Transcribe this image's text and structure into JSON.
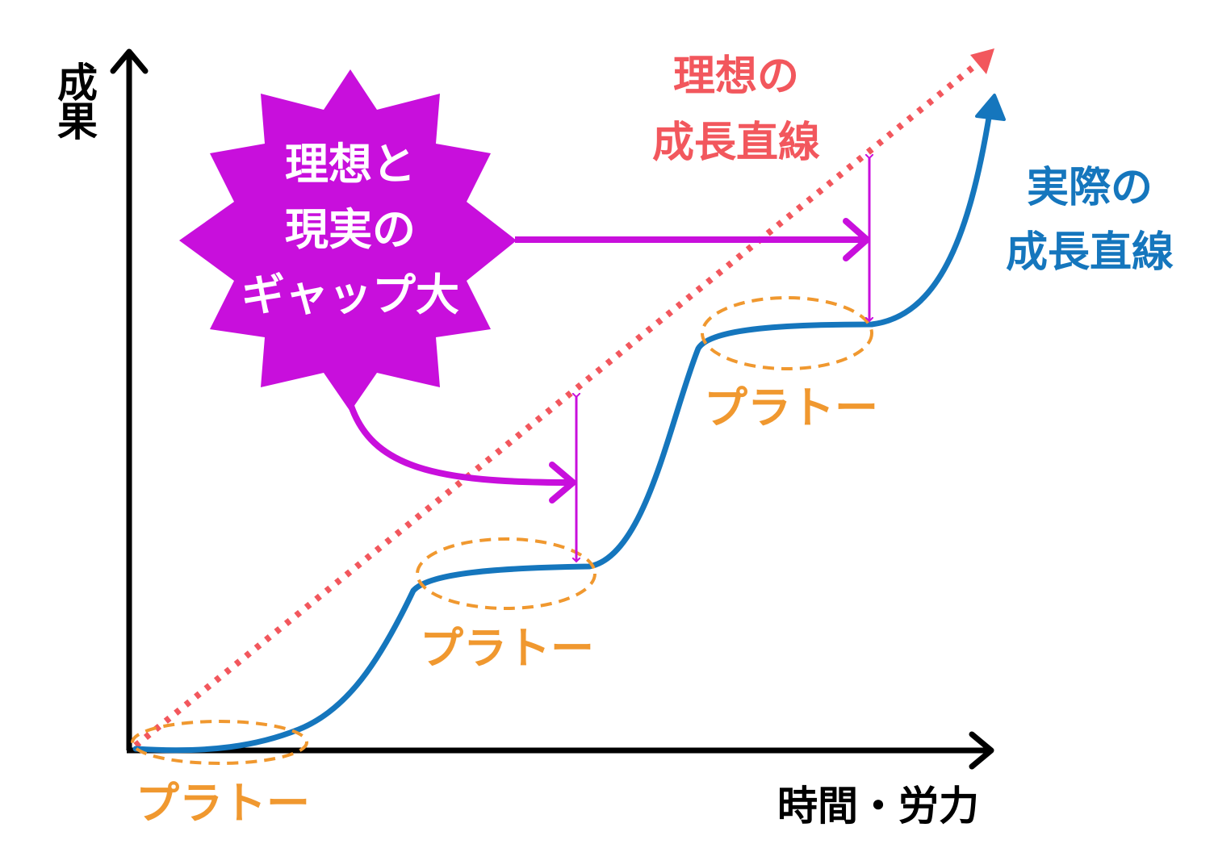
{
  "axes": {
    "y_label_line1": "成",
    "y_label_line2": "果",
    "x_label": "時間・労力"
  },
  "ideal_line": {
    "label_line1": "理想の",
    "label_line2": "成長直線",
    "color": "#f2575d"
  },
  "actual_line": {
    "label_line1": "実際の",
    "label_line2": "成長直線",
    "color": "#1576bd"
  },
  "gap_callout": {
    "line1": "理想と",
    "line2": "現実の",
    "line3": "ギャップ大",
    "fill_color": "#c80fdc",
    "text_color": "#ffffff"
  },
  "plateau": {
    "label": "プラトー",
    "color": "#f0982f",
    "count": 3
  },
  "colors": {
    "axis": "#000000",
    "gap_arrow": "#c80fdc"
  }
}
